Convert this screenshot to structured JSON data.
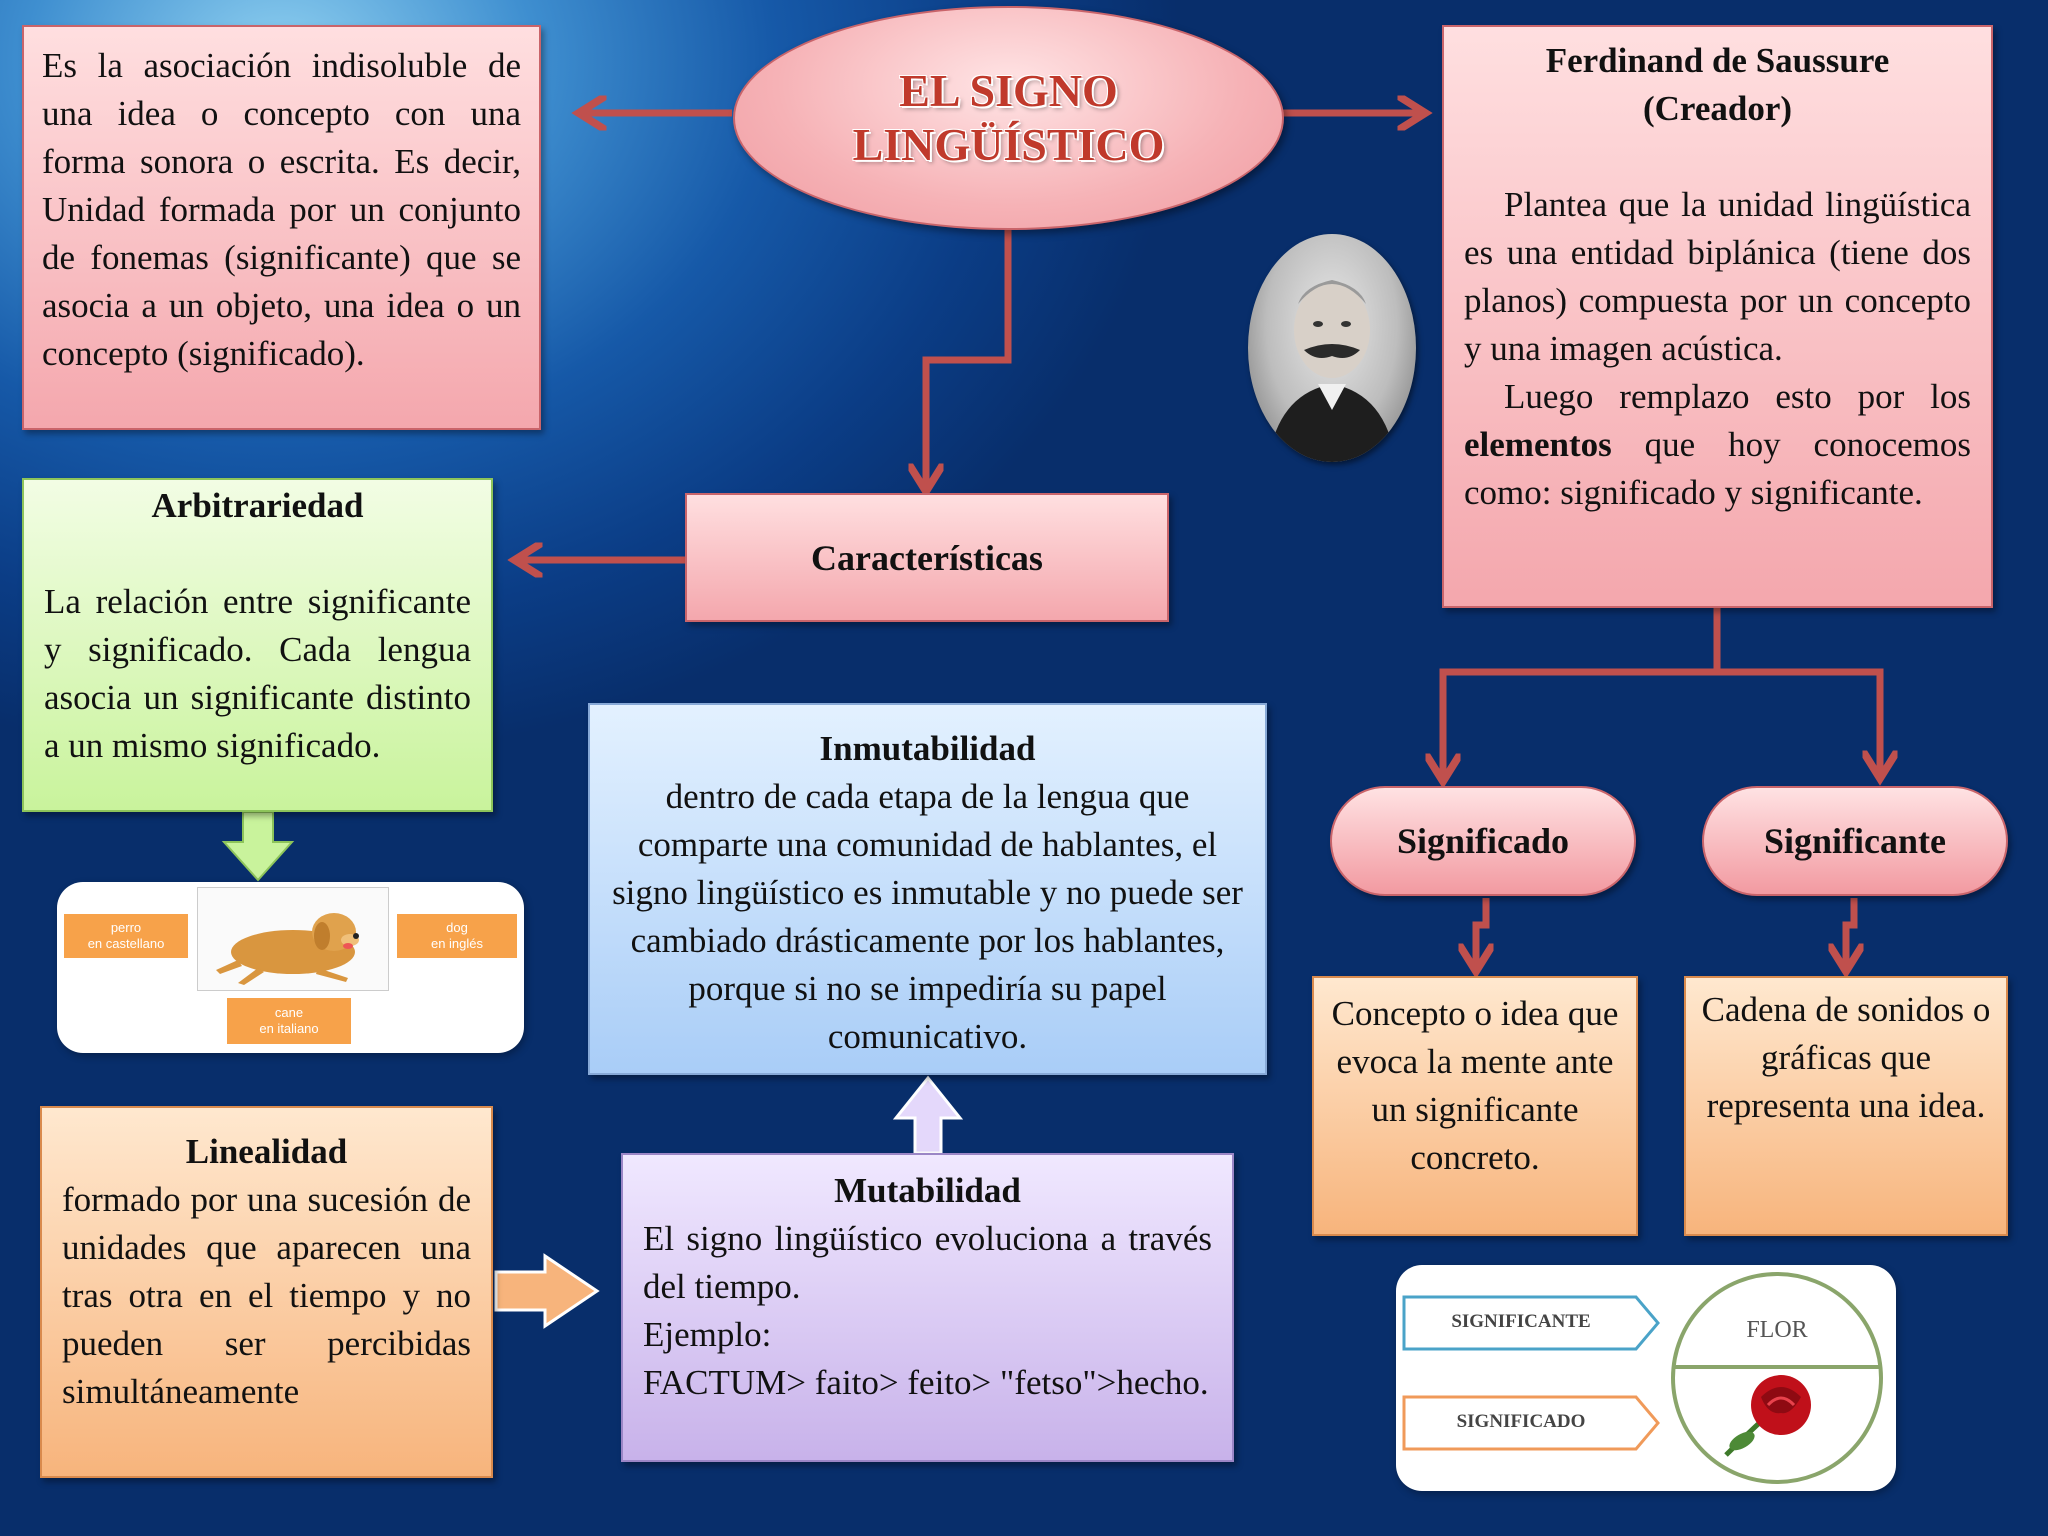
{
  "main_title": {
    "line1": "EL SIGNO",
    "line2": "LINGÜÍSTICO"
  },
  "definition": "Es la asociación indisoluble de una idea o concepto con una forma sonora o escrita. Es decir, Unidad formada por un conjunto de fonemas (significante) que se asocia a un objeto, una idea o un concepto (significado).",
  "saussure": {
    "title_line1": "Ferdinand de Saussure",
    "title_line2": "(Creador)",
    "para1": "Plantea que la unidad lingüística es una entidad biplánica (tiene dos planos) compuesta por un concepto y una imagen acústica.",
    "para2_pre": "Luego remplazo esto por los ",
    "para2_bold": "elementos",
    "para2_post": " que hoy conocemos como: significado y significante."
  },
  "caracteristicas": "Características",
  "arbitrariedad": {
    "title": "Arbitrariedad",
    "text": "La relación entre significante y significado. Cada lengua asocia un significante distinto a un mismo significado."
  },
  "dog_card": {
    "perro": "perro",
    "perro_sub": "en castellano",
    "dog": "dog",
    "dog_sub": "en inglés",
    "cane": "cane",
    "cane_sub": "en italiano"
  },
  "inmutabilidad": {
    "title": "Inmutabilidad",
    "text": "dentro de cada etapa de la lengua que comparte una comunidad de hablantes, el signo lingüístico es inmutable y no puede ser cambiado drásticamente por los hablantes, porque si no se impediría su papel comunicativo."
  },
  "linealidad": {
    "title": "Linealidad",
    "text": "formado por una sucesión de unidades que aparecen una tras otra en el tiempo y no pueden ser percibidas simultáneamente"
  },
  "mutabilidad": {
    "title": "Mutabilidad",
    "text1": "El signo lingüístico evoluciona a través del tiempo.",
    "text2": "Ejemplo:",
    "text3": "FACTUM> faito> feito> \"fetso\">hecho."
  },
  "significado": {
    "label": "Significado",
    "desc": "Concepto o idea que evoca la mente ante un significante concreto."
  },
  "significante": {
    "label": "Significante",
    "desc": "Cadena de sonidos o gráficas que representa una idea."
  },
  "flor_card": {
    "significante": "SIGNIFICANTE",
    "significado": "SIGNIFICADO",
    "flor": "FLOR"
  },
  "colors": {
    "connector": "#c0504d",
    "red_box": "#f4a7ad",
    "green_box": "#c9f39c",
    "blue_box": "#a9cdf7",
    "purple_box": "#c8b2ea",
    "orange_box": "#f7b47c"
  }
}
